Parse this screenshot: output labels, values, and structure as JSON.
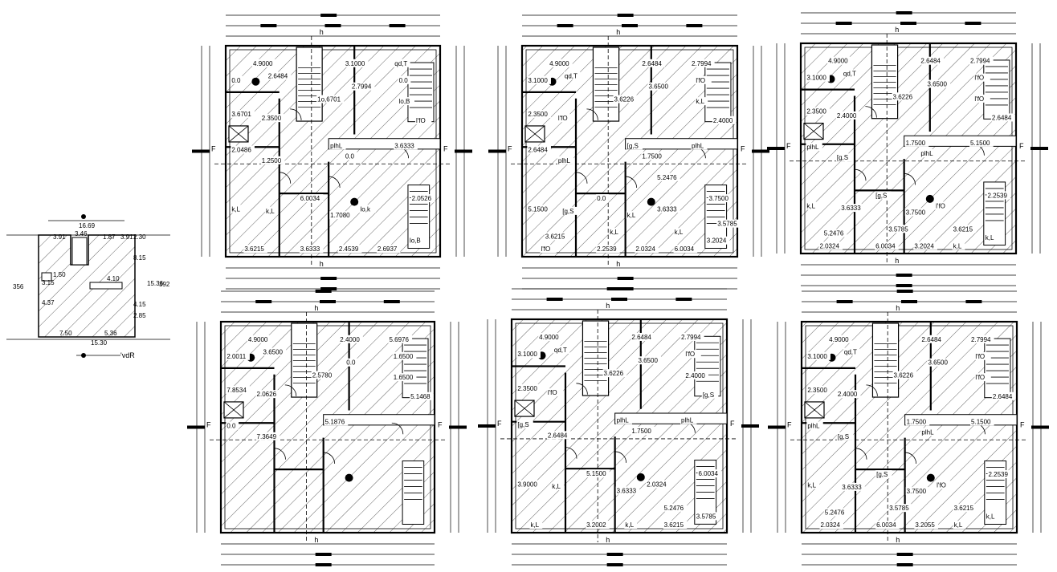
{
  "site_plan": {
    "dims": [
      "16.69",
      "3.91",
      "3.46",
      "1.87",
      "2.30",
      "4.10",
      "15.30",
      "7.50",
      "15.36",
      "3.15",
      "4.15",
      "1.50",
      "4.37",
      "5.36",
      "2.85",
      "8.15",
      "3.91"
    ],
    "side_left": "356",
    "side_right": "392",
    "road_label": "'vdR"
  },
  "plans": [
    {
      "id": "plan-1",
      "labels": [
        "4.9000",
        "3.1000",
        "qd,T",
        "0.0",
        "2.6484",
        "2.7994",
        "0.0",
        "1o,6701",
        "lo,B",
        "3.6701",
        "2.3500",
        "l'fO",
        "2.0486",
        "1.2500",
        "plhL",
        "0.0",
        "3.6333",
        "6.0034",
        "k,L",
        "k,L",
        "1.7080",
        "lo,k",
        "2.0526",
        "3.6215",
        "3.6333",
        "2.4539",
        "2.6937",
        "lo,B"
      ],
      "marks": [
        "F",
        "F",
        "h",
        "h"
      ]
    },
    {
      "id": "plan-2",
      "labels": [
        "4.9000",
        "2.6484",
        "2.7994",
        "3.1000",
        "qd,T",
        "3.6500",
        "l'fO",
        "3.6226",
        "k,L",
        "2.3500",
        "l'fO",
        "2.4000",
        "2.6484",
        "plhL",
        "[g,S",
        "1.7500",
        "plhL",
        "0.0",
        "5.1500",
        "[g,S",
        "k,L",
        "3.6333",
        "3.7500",
        "l'fO",
        "2.2539",
        "2.0324",
        "6.0034",
        "3.2024",
        "k,L",
        "k,L",
        "3.6215",
        "3.5785",
        "5.2476"
      ],
      "marks": [
        "F",
        "F",
        "h",
        "h"
      ]
    },
    {
      "id": "plan-3",
      "labels": [
        "4.9000",
        "2.6484",
        "2.7994",
        "3.1000",
        "qd,T",
        "3.6500",
        "l'fO",
        "3.6226",
        "l'fO",
        "2.3500",
        "2.4000",
        "2.6484",
        "plhL",
        "[g,S",
        "1.7500",
        "plhL",
        "5.1500",
        "[g,S",
        "k,L",
        "3.6333",
        "3.7500",
        "l'fO",
        "2.2539",
        "2.0324",
        "6.0034",
        "3.2024",
        "k,L",
        "k,L",
        "3.6215",
        "3.5785",
        "5.2476"
      ],
      "marks": [
        "F",
        "F",
        "h",
        "h"
      ]
    },
    {
      "id": "plan-4",
      "labels": [
        "4.9000",
        "2.4000",
        "5.6976",
        "2.0011",
        "3.6500",
        "0.0",
        "1.6500",
        "2.5780",
        "1.6500",
        "7.8534",
        "2.0626",
        "5.1468",
        "0.0",
        "7.3649",
        "5.1876"
      ],
      "marks": [
        "F",
        "F",
        "h",
        "h"
      ]
    },
    {
      "id": "plan-5",
      "labels": [
        "4.9000",
        "2.6484",
        "2.7994",
        "3.1000",
        "qd,T",
        "3.6500",
        "l'fO",
        "3.6226",
        "2.4000",
        "2.3500",
        "l'fO",
        "[g,S",
        "[g,S",
        "2.6484",
        "plhL",
        "1.7500",
        "plhL",
        "5.1500",
        "3.9000",
        "k,L",
        "3.6333",
        "2.0324",
        "6.0034",
        "k,L",
        "3.2002",
        "k,L",
        "3.6215",
        "3.5785",
        "5.2476"
      ],
      "marks": [
        "F",
        "F",
        "h",
        "h"
      ]
    },
    {
      "id": "plan-6",
      "labels": [
        "4.9000",
        "2.6484",
        "2.7994",
        "3.1000",
        "qd,T",
        "3.6500",
        "l'fO",
        "3.6226",
        "l'fO",
        "2.3500",
        "2.4000",
        "2.6484",
        "plhL",
        "[g,S",
        "1.7500",
        "plhL",
        "5.1500",
        "[g,S",
        "k,L",
        "3.6333",
        "3.7500",
        "l'fO",
        "2.2539",
        "2.0324",
        "6.0034",
        "3.2055",
        "k,L",
        "k,L",
        "3.6215",
        "3.5785",
        "5.2476"
      ],
      "marks": [
        "F",
        "F",
        "h",
        "h"
      ]
    }
  ]
}
